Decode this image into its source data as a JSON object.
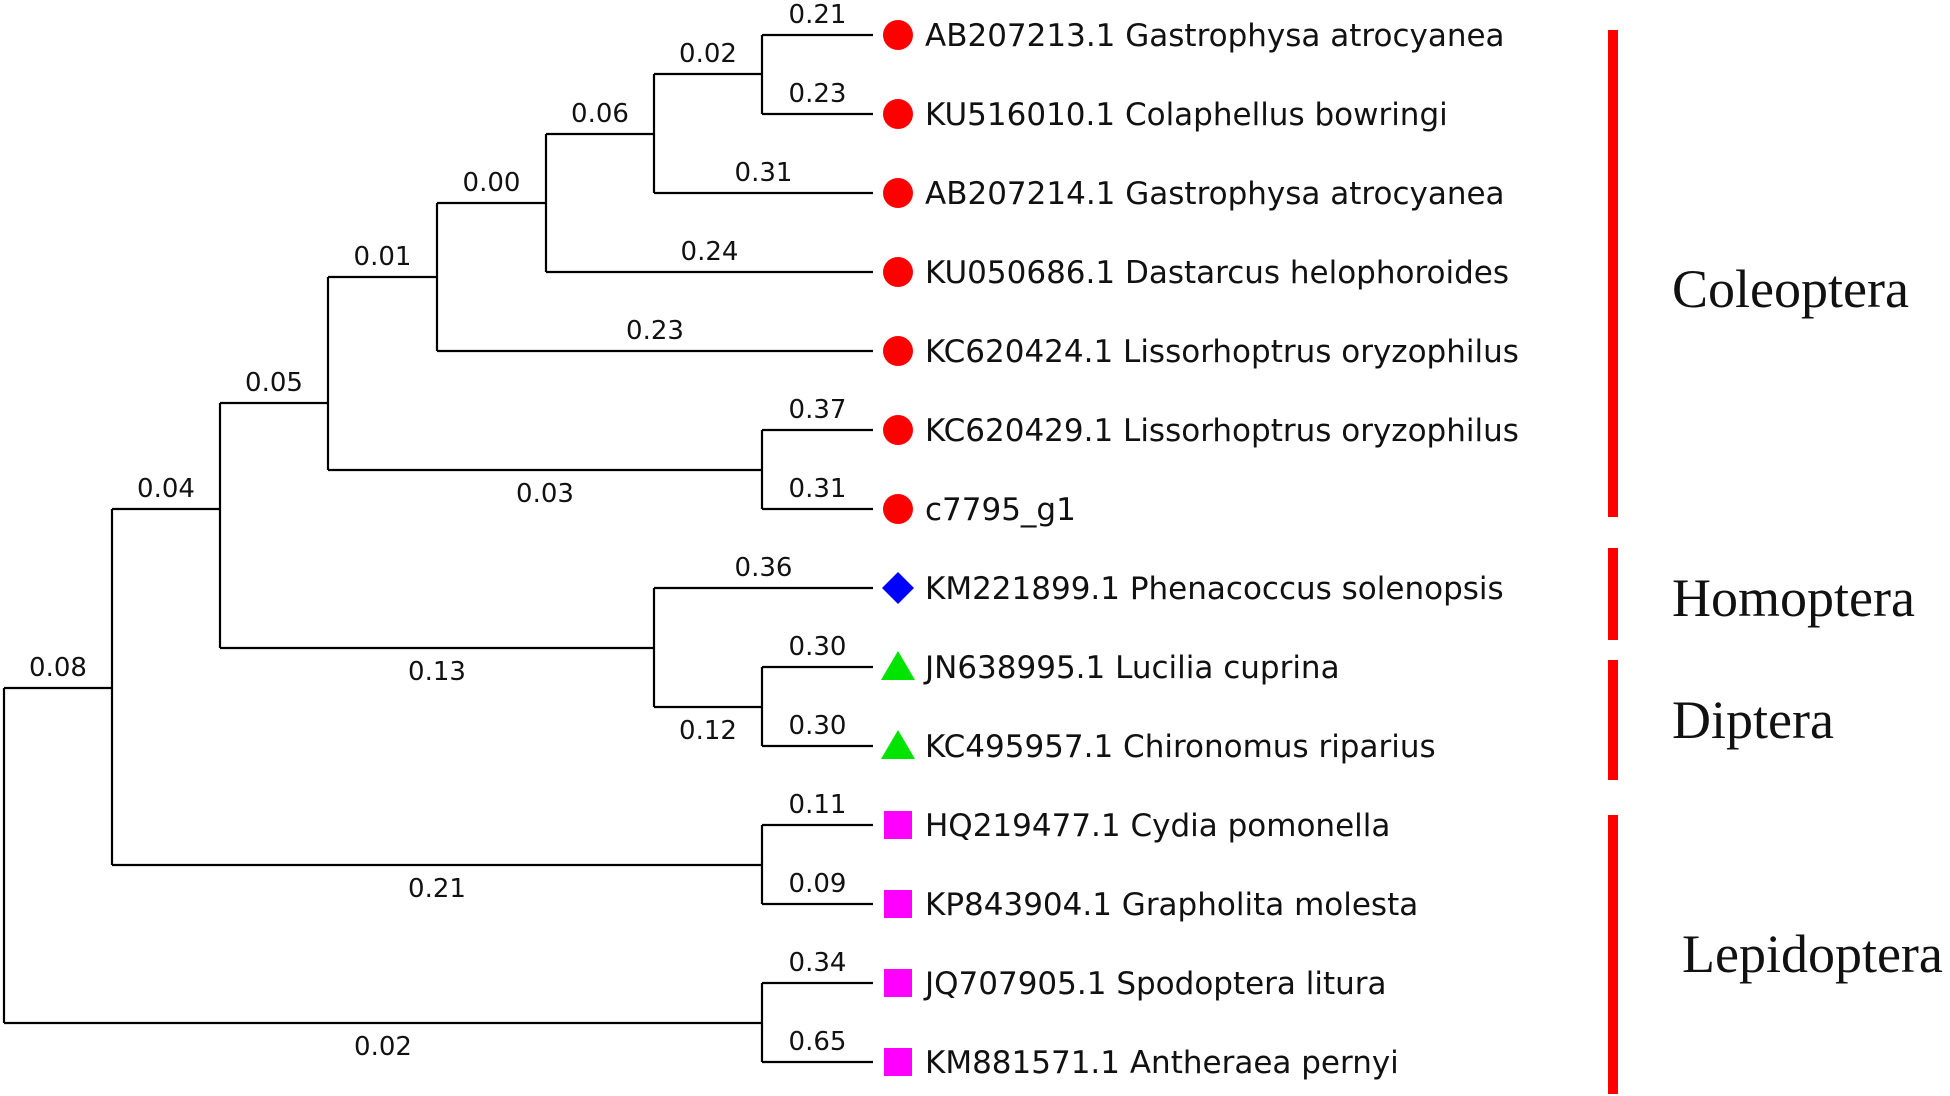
{
  "colors": {
    "circle": "#ff0000",
    "diamond": "#0000ff",
    "triangle": "#00e400",
    "square": "#ff00ff",
    "group_bar": "#ff0000"
  },
  "taxa": [
    {
      "label": "AB207213.1 Gastrophysa atrocyanea",
      "marker": "circle"
    },
    {
      "label": "KU516010.1 Colaphellus bowringi",
      "marker": "circle"
    },
    {
      "label": "AB207214.1 Gastrophysa atrocyanea",
      "marker": "circle"
    },
    {
      "label": "KU050686.1 Dastarcus helophoroides",
      "marker": "circle"
    },
    {
      "label": "KC620424.1 Lissorhoptrus oryzophilus",
      "marker": "circle"
    },
    {
      "label": "KC620429.1 Lissorhoptrus oryzophilus",
      "marker": "circle"
    },
    {
      "label": "c7795_g1",
      "marker": "circle"
    },
    {
      "label": "KM221899.1 Phenacoccus solenopsis",
      "marker": "diamond"
    },
    {
      "label": "JN638995.1 Lucilia cuprina",
      "marker": "triangle"
    },
    {
      "label": "KC495957.1 Chironomus riparius",
      "marker": "triangle"
    },
    {
      "label": "HQ219477.1 Cydia pomonella",
      "marker": "square"
    },
    {
      "label": "KP843904.1 Grapholita molesta",
      "marker": "square"
    },
    {
      "label": "JQ707905.1 Spodoptera litura",
      "marker": "square"
    },
    {
      "label": "KM881571.1 Antheraea pernyi",
      "marker": "square"
    }
  ],
  "groups": [
    {
      "name": "Coleoptera",
      "from_taxon": 0,
      "to_taxon": 6
    },
    {
      "name": "Homoptera",
      "from_taxon": 7,
      "to_taxon": 7
    },
    {
      "name": "Diptera",
      "from_taxon": 8,
      "to_taxon": 9
    },
    {
      "name": "Lepidoptera",
      "from_taxon": 10,
      "to_taxon": 13
    }
  ],
  "branch_lengths": {
    "t0": "0.21",
    "t1": "0.23",
    "t2": "0.31",
    "t3": "0.24",
    "t4": "0.23",
    "t5": "0.37",
    "t6": "0.31",
    "t7": "0.36",
    "t8": "0.30",
    "t9": "0.30",
    "t10": "0.11",
    "t11": "0.09",
    "t12": "0.34",
    "t13": "0.65",
    "n_gastro_colaph": "0.02",
    "n_chrysomelid": "0.06",
    "n_dastarcus": "0.00",
    "n_lisso424": "0.01",
    "n_coleoptera": "0.05",
    "n_lisso429_c7795": "0.03",
    "n_cole_homo_dip": "0.04",
    "n_homo_dip": "0.13",
    "n_diptera": "0.12",
    "n_ingroup": "0.08",
    "n_cydia_grapho": "0.21",
    "n_spodo_anther": "0.02"
  }
}
